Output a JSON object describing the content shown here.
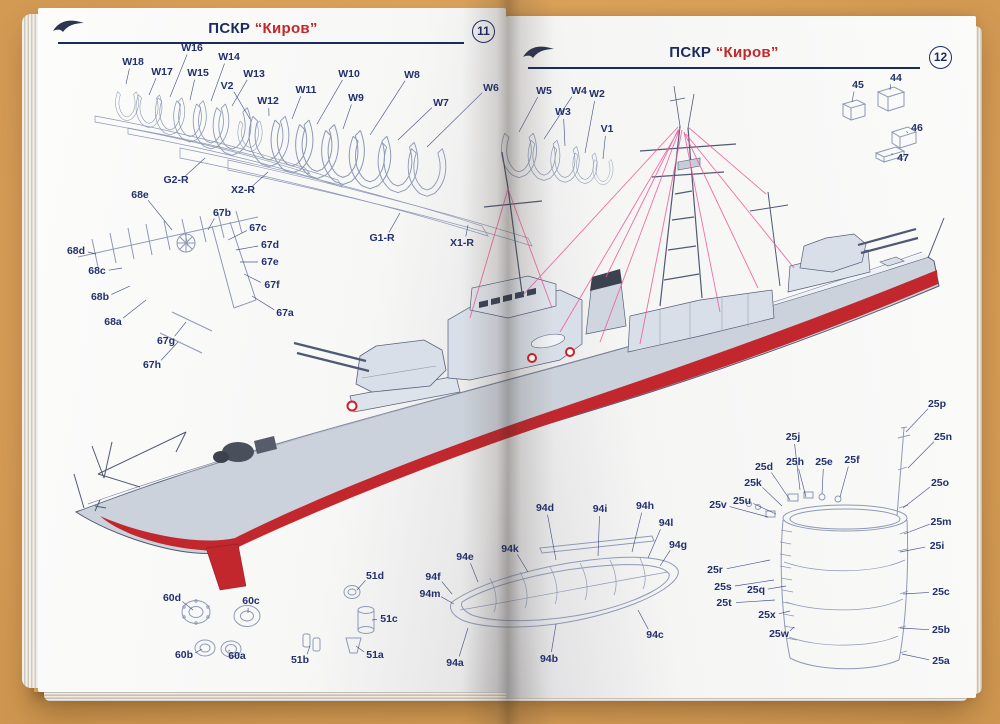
{
  "header": {
    "left": {
      "title_prefix": "ПСКР",
      "title_name": "“Киров”",
      "page_number": "11"
    },
    "right": {
      "title_prefix": "ПСКР",
      "title_name": "“Киров”",
      "page_number": "12"
    }
  },
  "icons": {
    "publisher_logo": "seagull-bird"
  },
  "colors": {
    "label_ink": "#22306e",
    "title_ink": "#1c2b5e",
    "accent_red": "#c4262b",
    "hull_red": "#c1272d",
    "rigging_pink": "#f0569a",
    "paper": "#f7f7f6",
    "table": "#dca25a"
  },
  "labels": {
    "frames_row": [
      [
        "W18",
        133,
        62,
        126,
        84
      ],
      [
        "W17",
        162,
        72,
        149,
        95
      ],
      [
        "W16",
        192,
        48,
        170,
        97
      ],
      [
        "W15",
        198,
        73,
        190,
        100
      ],
      [
        "W14",
        229,
        57,
        211,
        101
      ],
      [
        "W13",
        254,
        74,
        232,
        106
      ],
      [
        "V2",
        227,
        86,
        250,
        119
      ],
      [
        "W12",
        268,
        101,
        269,
        116
      ],
      [
        "W11",
        306,
        90,
        292,
        119
      ],
      [
        "W10",
        349,
        74,
        317,
        124
      ],
      [
        "W9",
        356,
        98,
        343,
        129
      ],
      [
        "W8",
        412,
        75,
        370,
        135
      ],
      [
        "W7",
        441,
        103,
        398,
        140
      ],
      [
        "W6",
        491,
        88,
        427,
        147
      ],
      [
        "W5",
        544,
        91,
        519,
        132
      ],
      [
        "W4",
        579,
        91,
        544,
        139
      ],
      [
        "W3",
        563,
        112,
        565,
        146
      ],
      [
        "W2",
        597,
        94,
        585,
        153
      ],
      [
        "V1",
        607,
        129,
        603,
        159
      ]
    ],
    "deck_strips": [
      [
        "G2-R",
        176,
        180,
        205,
        158
      ],
      [
        "X2-R",
        243,
        190,
        268,
        172
      ],
      [
        "G1-R",
        382,
        238,
        400,
        213
      ],
      [
        "X1-R",
        462,
        243,
        468,
        225
      ]
    ],
    "mast_parts": [
      [
        "68e",
        140,
        195,
        172,
        230
      ],
      [
        "67b",
        222,
        213,
        208,
        230
      ],
      [
        "67c",
        258,
        228,
        228,
        240
      ],
      [
        "67d",
        270,
        245,
        236,
        250
      ],
      [
        "68d",
        76,
        251,
        96,
        254
      ],
      [
        "67e",
        270,
        262,
        240,
        262
      ],
      [
        "68c",
        97,
        271,
        122,
        268
      ],
      [
        "67f",
        272,
        285,
        244,
        274
      ],
      [
        "68b",
        100,
        297,
        130,
        286
      ],
      [
        "68a",
        113,
        322,
        146,
        300
      ],
      [
        "67a",
        285,
        313,
        252,
        296
      ],
      [
        "67g",
        166,
        341,
        186,
        322
      ],
      [
        "67h",
        152,
        365,
        178,
        342
      ]
    ],
    "fittings_60": [
      [
        "60d",
        172,
        598,
        193,
        610
      ],
      [
        "60c",
        251,
        601,
        248,
        613
      ],
      [
        "60b",
        184,
        655,
        202,
        649
      ],
      [
        "60a",
        237,
        656,
        230,
        650
      ]
    ],
    "fittings_51": [
      [
        "51d",
        375,
        576,
        357,
        590
      ],
      [
        "51c",
        389,
        619,
        372,
        620
      ],
      [
        "51b",
        300,
        660,
        310,
        646
      ],
      [
        "51a",
        375,
        655,
        356,
        646
      ]
    ],
    "boat_parts": [
      [
        "94d",
        545,
        508,
        556,
        560
      ],
      [
        "94i",
        600,
        509,
        598,
        556
      ],
      [
        "94h",
        645,
        506,
        632,
        552
      ],
      [
        "94l",
        666,
        523,
        648,
        558
      ],
      [
        "94k",
        510,
        549,
        528,
        572
      ],
      [
        "94g",
        678,
        545,
        660,
        566
      ],
      [
        "94e",
        465,
        557,
        478,
        582
      ],
      [
        "94f",
        433,
        577,
        452,
        594
      ],
      [
        "94m",
        430,
        594,
        454,
        604
      ],
      [
        "94a",
        455,
        663,
        468,
        628
      ],
      [
        "94b",
        549,
        659,
        556,
        624
      ],
      [
        "94c",
        655,
        635,
        638,
        610
      ]
    ],
    "boxes_parts": [
      [
        "45",
        858,
        85,
        852,
        102
      ],
      [
        "44",
        896,
        78,
        890,
        90
      ],
      [
        "46",
        917,
        128,
        908,
        133
      ],
      [
        "47",
        903,
        158,
        892,
        153
      ]
    ],
    "funnel_parts": [
      [
        "25p",
        937,
        404,
        906,
        432
      ],
      [
        "25n",
        943,
        437,
        908,
        468
      ],
      [
        "25j",
        793,
        437,
        800,
        490
      ],
      [
        "25e",
        824,
        462,
        822,
        494
      ],
      [
        "25f",
        852,
        460,
        840,
        497
      ],
      [
        "25h",
        795,
        462,
        806,
        497
      ],
      [
        "25d",
        764,
        467,
        790,
        500
      ],
      [
        "25k",
        753,
        483,
        782,
        506
      ],
      [
        "25o",
        940,
        483,
        903,
        508
      ],
      [
        "25u",
        742,
        501,
        776,
        514
      ],
      [
        "25v",
        718,
        505,
        768,
        517
      ],
      [
        "25m",
        941,
        522,
        904,
        534
      ],
      [
        "25i",
        937,
        546,
        900,
        552
      ],
      [
        "25r",
        715,
        570,
        770,
        560
      ],
      [
        "25s",
        723,
        587,
        774,
        580
      ],
      [
        "25q",
        756,
        590,
        786,
        586
      ],
      [
        "25t",
        724,
        603,
        775,
        600
      ],
      [
        "25c",
        941,
        592,
        903,
        594
      ],
      [
        "25x",
        767,
        615,
        790,
        611
      ],
      [
        "25b",
        941,
        630,
        900,
        628
      ],
      [
        "25w",
        779,
        634,
        794,
        627
      ],
      [
        "25a",
        941,
        661,
        902,
        654
      ]
    ]
  }
}
